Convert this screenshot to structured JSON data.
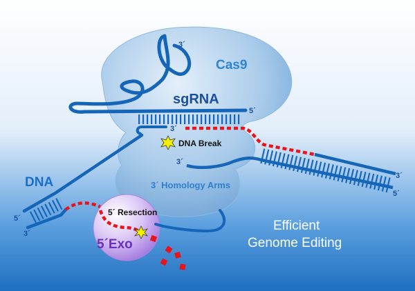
{
  "labels": {
    "cas9": "Cas9",
    "sgrna": "sgRNA",
    "dna": "DNA",
    "dna_break": "DNA Break",
    "homology_arms": "3´ Homology Arms",
    "resection": "5´ Resection",
    "exo": "5´Exo",
    "caption_line1": "Efficient",
    "caption_line2": "Genome Editing",
    "end_sgrna_3": "3´",
    "end_sgrna_5": "5´",
    "end_target_3": "3´",
    "end_lower_3": "3´",
    "end_right_3": "3´",
    "end_right_5": "5´",
    "end_left_5": "5´",
    "end_left_3": "3´"
  },
  "colors": {
    "background_top": "#ffffff",
    "background_bottom": "#1f6fc0",
    "cas9_fill": "#9cc3e8",
    "strand_blue": "#1565b8",
    "label_blue": "#1a4fa0",
    "cas9_label": "#2e86d0",
    "resected_red": "#e8141c",
    "exo_purple": "#b68ee6",
    "break_yellow": "#f4f000",
    "caption": "#ffffff"
  }
}
